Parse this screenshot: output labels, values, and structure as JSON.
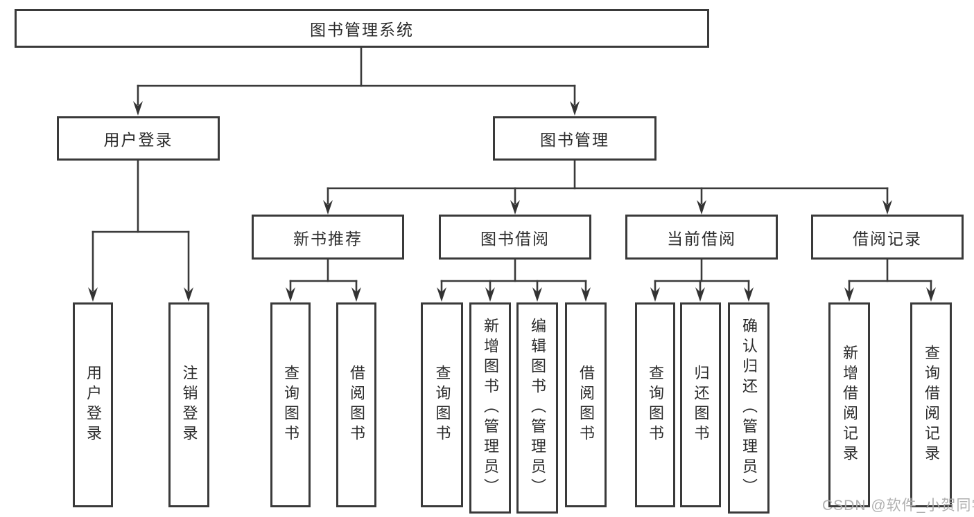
{
  "watermark": "CSDN @软件_小贺同学",
  "colors": {
    "line": "#3a3a3a",
    "box_border": "#3a3a3a",
    "text": "#2b2b2b",
    "background": "#ffffff",
    "watermark": "#acacac"
  },
  "tree": {
    "label": "图书管理系统",
    "children": [
      {
        "label": "用户登录",
        "children": [
          {
            "label": "用户登录"
          },
          {
            "label": "注销登录"
          }
        ]
      },
      {
        "label": "图书管理",
        "children": [
          {
            "label": "新书推荐",
            "children": [
              {
                "label": "查询图书"
              },
              {
                "label": "借阅图书"
              }
            ]
          },
          {
            "label": "图书借阅",
            "children": [
              {
                "label": "查询图书"
              },
              {
                "label": "新增图书（管理员）"
              },
              {
                "label": "编辑图书（管理员）"
              },
              {
                "label": "借阅图书"
              }
            ]
          },
          {
            "label": "当前借阅",
            "children": [
              {
                "label": "查询图书"
              },
              {
                "label": "归还图书"
              },
              {
                "label": "确认归还（管理员）"
              }
            ]
          },
          {
            "label": "借阅记录",
            "children": [
              {
                "label": "新增借阅记录"
              },
              {
                "label": "查询借阅记录"
              }
            ]
          }
        ]
      }
    ]
  }
}
